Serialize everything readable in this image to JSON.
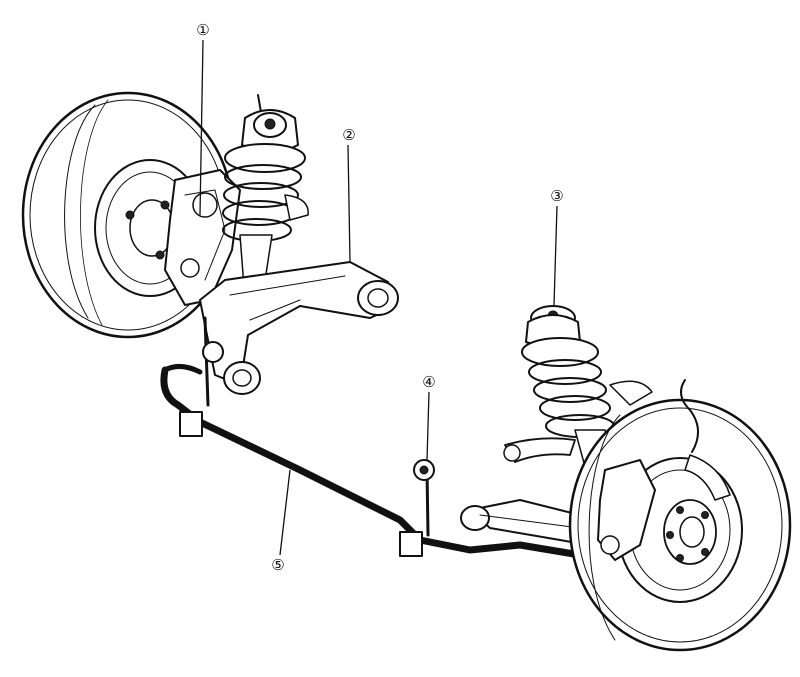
{
  "callouts": [
    {
      "id": "1",
      "text": "①"
    },
    {
      "id": "2",
      "text": "②"
    },
    {
      "id": "3",
      "text": "③"
    },
    {
      "id": "4",
      "text": "④"
    },
    {
      "id": "5",
      "text": "⑤"
    }
  ]
}
